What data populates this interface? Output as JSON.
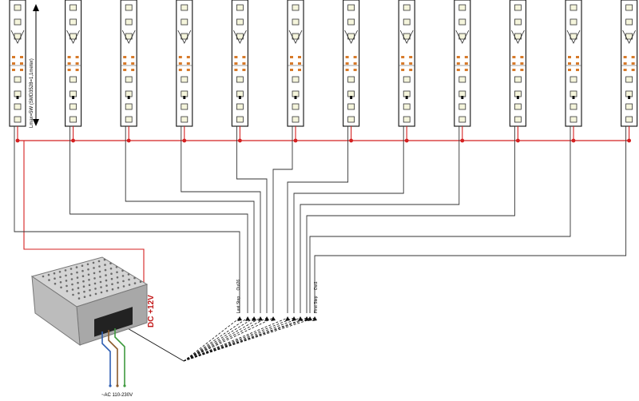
{
  "diagram": {
    "strip_count": 12,
    "length_label": "Lmax=5W (SMD3528=1,1meter)",
    "dc_label": "DC +12V",
    "ac_label": "~AC 110-230V",
    "last_step_label": "Last Step",
    "out26_label": "Out26",
    "first_step_label": "First Step",
    "out1_label": "Out1"
  },
  "colors": {
    "red_wire": "#d42020",
    "data_wire": "#333333",
    "led": "#f5f5dc",
    "ac_blue": "#2f5fb3",
    "ac_brown": "#8b5a2b",
    "ac_green": "#3f9a3f",
    "psu": "#b9b9b9"
  }
}
